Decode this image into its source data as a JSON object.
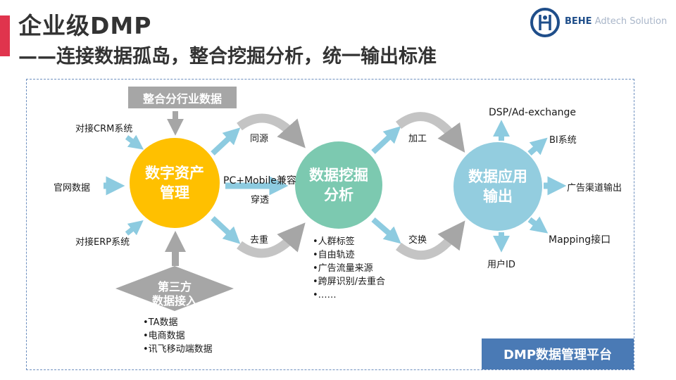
{
  "header": {
    "title": "企业级DMP",
    "subtitle": "——连接数据孤岛，整合挖掘分析，统一输出标准"
  },
  "logo": {
    "strong": "BEHE",
    "light": " Adtech Solution"
  },
  "sources": {
    "top_box": "整合分行业数据",
    "crm": "对接CRM系统",
    "website": "官网数据",
    "erp": "对接ERP系统",
    "third_party": [
      "第三方",
      "数据接入"
    ],
    "third_party_items": [
      "•TA数据",
      "•电商数据",
      "•讯飞移动端数据"
    ]
  },
  "nodes": {
    "asset": [
      "数字资产",
      "管理"
    ],
    "mining": [
      "数据挖掘",
      "分析"
    ],
    "application": [
      "数据应用",
      "输出"
    ]
  },
  "links": {
    "same_source": "同源",
    "pc_mobile": "PC+Mobile兼容",
    "penetrate": "穿透",
    "dedupe": "去重",
    "process": "加工",
    "exchange": "交换"
  },
  "mining_items": [
    "•人群标签",
    "•自由轨迹",
    "•广告流量来源",
    "•跨屏识别/去重合",
    "•……"
  ],
  "outputs": {
    "dsp": "DSP/Ad-exchange",
    "bi": "BI系统",
    "ad_channel": "广告渠道输出",
    "mapping": "Mapping接口",
    "user_id": "用户ID"
  },
  "footer": {
    "platform": "DMP数据管理平台"
  },
  "colors": {
    "accent": "#e0344d",
    "asset": "#ffc000",
    "mining": "#7cc9b0",
    "application": "#93cddf",
    "arrow_blue": "#8dcbe0",
    "arrow_gray": "#a6a6a6",
    "footer": "#4a7ab5"
  }
}
